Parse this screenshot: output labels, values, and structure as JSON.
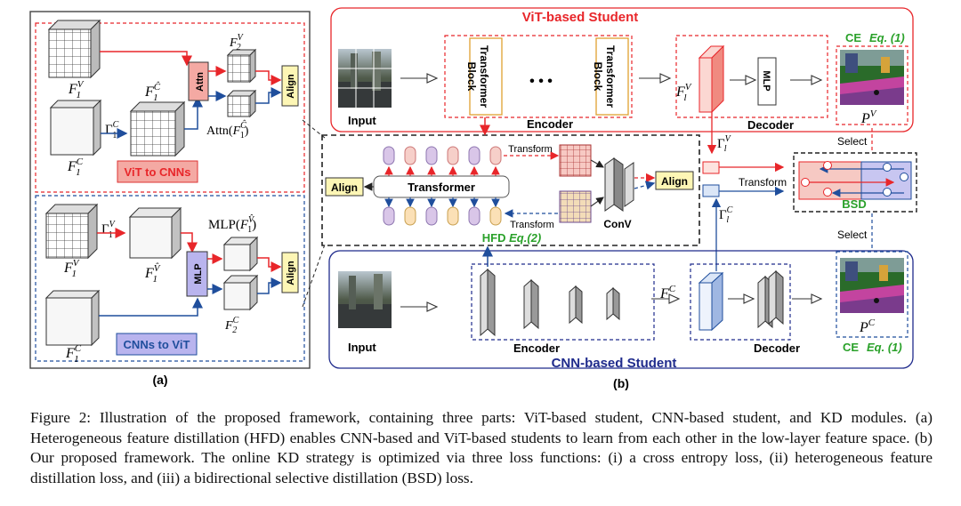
{
  "panel_a": {
    "label": "(a)",
    "vit_to_cnns": "ViT to CNNs",
    "cnns_to_vit": "CNNs to ViT",
    "attn": "Attn",
    "mlp": "MLP",
    "align": "Align"
  },
  "panel_b": {
    "label": "(b)",
    "vit_student": "ViT-based Student",
    "cnn_student": "CNN-based Student",
    "transformer_block": "Transformer Block",
    "mlp": "MLP",
    "input": "Input",
    "encoder": "Encoder",
    "decoder": "Decoder",
    "ce": "CE",
    "eq1": "Eq. (1)",
    "select": "Select",
    "transform": "Transform",
    "bsd": "BSD",
    "hfd": "HFD",
    "eq2": "Eq.(2)",
    "align": "Align",
    "transformer": "Transformer",
    "conv": "ConV",
    "ellipsis": "• • •"
  },
  "caption": "Figure 2: Illustration of the proposed framework, containing three parts: ViT-based student, CNN-based student, and KD modules. (a) Heterogeneous feature distillation (HFD) enables CNN-based and ViT-based students to learn from each other in the low-layer feature space. (b) Our proposed framework. The online KD strategy is optimized via three loss functions: (i) a cross entropy loss, (ii) heterogeneous feature distillation loss, and (iii) a bidirectional selective distillation (BSD) loss."
}
